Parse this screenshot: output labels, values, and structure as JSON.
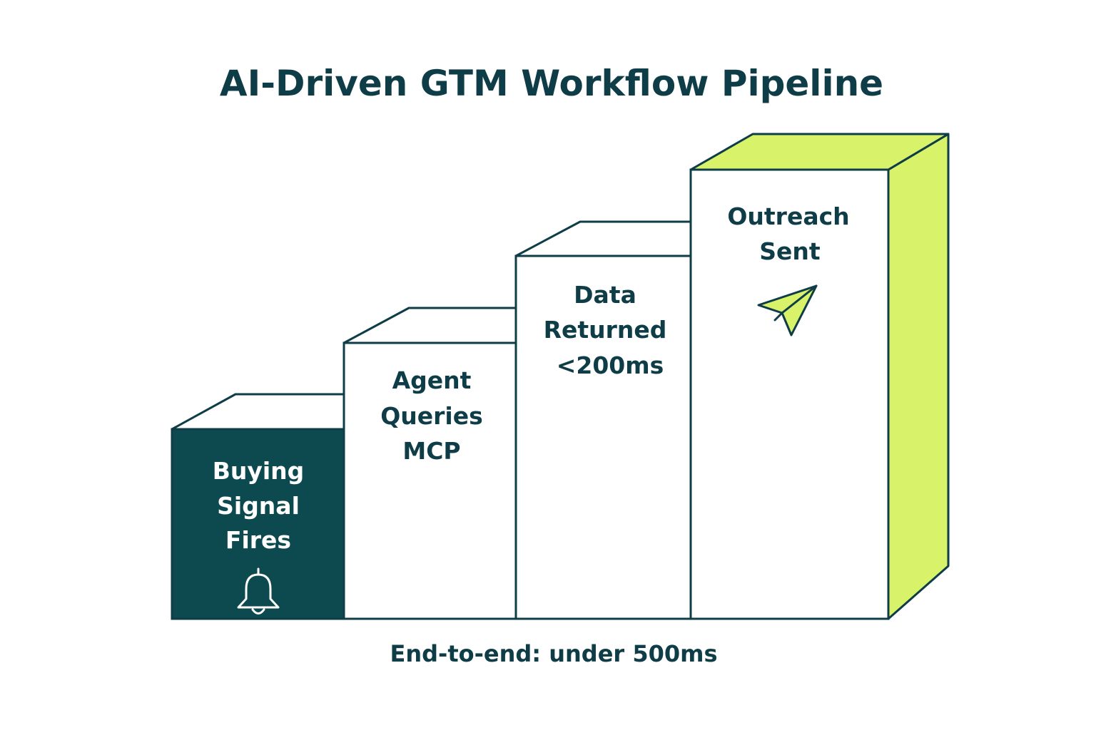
{
  "title": "AI-Driven GTM Workflow Pipeline",
  "footer": "End-to-end: under 500ms",
  "colors": {
    "ink": "#0f3d47",
    "dark_fill": "#0d4a50",
    "accent": "#d8f26a",
    "white": "#ffffff",
    "label_on_dark": "#ffffff"
  },
  "steps": [
    {
      "lines": [
        "Buying",
        "Signal",
        "Fires"
      ],
      "icon": "bell-icon"
    },
    {
      "lines": [
        "Agent",
        "Queries",
        "MCP"
      ],
      "icon": ""
    },
    {
      "lines": [
        "Data",
        "Returned",
        "<200ms"
      ],
      "icon": ""
    },
    {
      "lines": [
        "Outreach",
        "Sent"
      ],
      "icon": "paper-plane-icon"
    }
  ]
}
